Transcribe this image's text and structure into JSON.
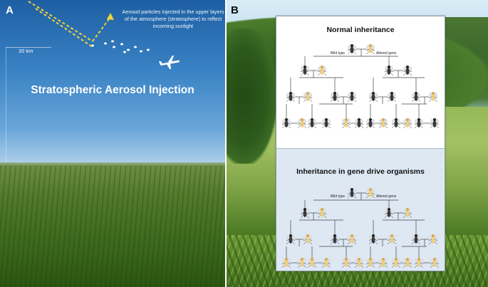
{
  "panel_a": {
    "letter": "A",
    "note": "Aerosol particles injected in the upper layers of the atmosphere (stratosphere) to reflect incoming sunlight",
    "altitude_label": "20 km",
    "title": "Stratospheric Aerosol Injection"
  },
  "panel_b": {
    "letter": "B",
    "normal": {
      "title": "Normal inheritance",
      "wild_label": "Wild type",
      "altered_label": "Altered gene"
    },
    "gene_drive": {
      "title": "Inheritance in gene drive organisms",
      "wild_label": "Wild type",
      "altered_label": "Altered gene"
    }
  },
  "colors": {
    "wild_fly": "#3a3a3a",
    "altered_fly": "#f1cf7a",
    "aerosol_arrow": "#f1d33a"
  },
  "icons": [
    "airplane-icon",
    "fly-icon"
  ]
}
